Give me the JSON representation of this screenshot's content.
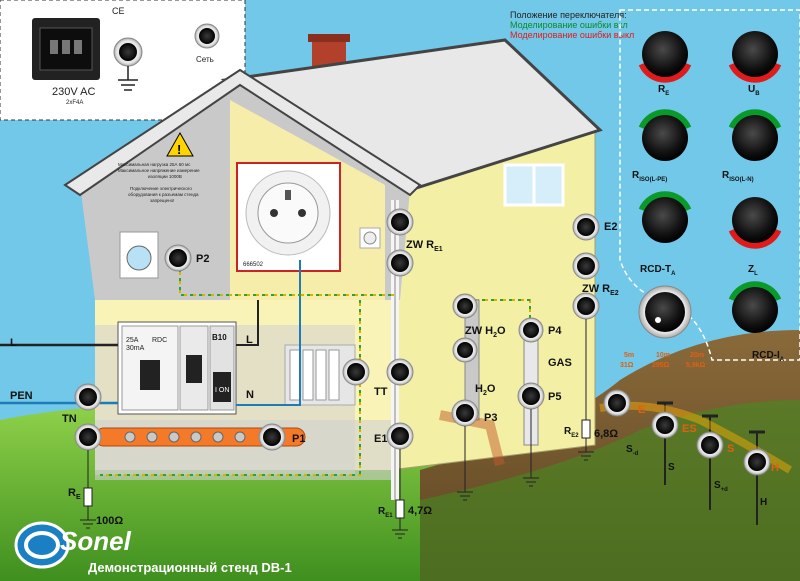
{
  "power_panel": {
    "voltage": "230V AC",
    "fuse": "2xF4A",
    "network_label": "Сеть"
  },
  "legend": {
    "title": "Положение переключателя:",
    "on": "Моделирование ошибки вкл",
    "off": "Моделирование ошибки выкл",
    "on_color": "#0a8a2a",
    "off_color": "#e01b1b"
  },
  "warning": {
    "line1": "Максимальная нагрузка 25А 60 мс",
    "line2": "Максимальное напряжение измерение",
    "line3": "изоляции 1000В",
    "line4": "Подключение электрического",
    "line5": "оборудования к разъемам стенда",
    "line6": "запрещено!"
  },
  "socket_code": "666502",
  "breaker": {
    "rating": "25A",
    "trip": "30mA",
    "model": "RDC",
    "mcb": "B10",
    "state": "I ON"
  },
  "wires": {
    "L_left": "L",
    "L_mid": "L",
    "N": "N",
    "PEN": "PEN"
  },
  "terminals": {
    "TN": "TN",
    "RE": "R",
    "RE_sub": "E",
    "RE_value": "100Ω",
    "P1": "P1",
    "P2": "P2",
    "P3": "P3",
    "P4": "P4",
    "P5": "P5",
    "TT": "TT",
    "E1": "E1",
    "E2": "E2",
    "ZW_RE1": "ZW R",
    "ZW_RE1_sub": "E1",
    "ZW_RE2": "ZW R",
    "ZW_RE2_sub": "E2",
    "ZW_H2O": "ZW H",
    "ZW_H2O_sub": "2",
    "ZW_H2O_tail": "O",
    "H2O": "H",
    "H2O_sub": "2",
    "H2O_tail": "O",
    "GAS": "GAS",
    "RE1": "R",
    "RE1_sub": "E1",
    "RE1_value": "4,7Ω",
    "RE2": "R",
    "RE2_sub": "E2",
    "RE2_value": "6,8Ω"
  },
  "switches": [
    {
      "label": "R",
      "sub": "E",
      "state": "off"
    },
    {
      "label": "U",
      "sub": "B",
      "state": "off"
    },
    {
      "label": "R",
      "sub": "ISO(L-PE)",
      "state": "on"
    },
    {
      "label": "R",
      "sub": "ISO(L-N)",
      "state": "on"
    },
    {
      "label": "RCD-T",
      "sub": "A",
      "state": "on"
    },
    {
      "label": "Z",
      "sub": "L",
      "state": "off"
    },
    {
      "label": "RCD-I",
      "sub": "A",
      "state": "on"
    }
  ],
  "earth_probe": {
    "d1": "5m",
    "r1": "31Ω",
    "d2": "10m",
    "r2": "295Ω",
    "d3": "20m",
    "r3": "5,9kΩ",
    "E": "E",
    "ES": "ES",
    "S": "S",
    "H": "H",
    "lbl_Sd": "S",
    "lbl_Sd_sub": "-d",
    "lbl_S": "S",
    "lbl_Sd2": "S",
    "lbl_Sd2_sub": "+d",
    "lbl_H": "H"
  },
  "brand": "Sonel",
  "footer": "Демонстрационный стенд DB-1"
}
